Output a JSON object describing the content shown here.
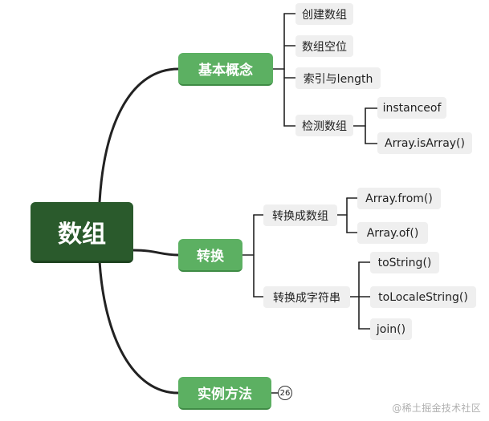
{
  "mindmap": {
    "root": "数组",
    "branches": {
      "basics": {
        "label": "基本概念",
        "children": [
          "创建数组",
          "数组空位",
          "索引与length",
          "检测数组"
        ],
        "detection_children": [
          "instanceof",
          "Array.isArray()"
        ]
      },
      "convert": {
        "label": "转换",
        "to_array": {
          "label": "转换成数组",
          "children": [
            "Array.from()",
            "Array.of()"
          ]
        },
        "to_string": {
          "label": "转换成字符串",
          "children": [
            "toString()",
            "toLocaleString()",
            "join()"
          ]
        }
      },
      "methods": {
        "label": "实例方法",
        "collapsed_count": "26"
      }
    }
  },
  "colors": {
    "root_bg": "#2a5a2c",
    "branch_bg": "#5cb062",
    "leaf_bg": "#efefef",
    "line": "#222222"
  },
  "watermark": "@稀土掘金技术社区"
}
